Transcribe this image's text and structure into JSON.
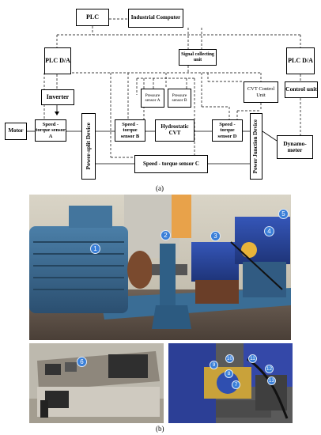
{
  "diagram": {
    "caption": "(a)",
    "nodes": {
      "plc": "PLC",
      "industrial_computer": "Industrial Computer",
      "plc_da_left": "PLC D/A",
      "signal_collecting_unit": "Signal collecting unit",
      "plc_da_right": "PLC D/A",
      "inverter": "Inverter",
      "cvt_control_unit": "CVT Control Unit",
      "control_unit": "Control unit",
      "pressure_a": "Pressure sensor A",
      "pressure_b": "Pressure sensor B",
      "motor": "Motor",
      "speed_sensor_a": "Speed - torque sensor A",
      "power_split_device": "Power-split Device",
      "speed_sensor_b": "Speed - torque sensor B",
      "hydrostatic_cvt": "Hydrostatic CVT",
      "speed_sensor_d": "Speed - torque sensor D",
      "power_junction_device": "Power Junction Device",
      "dynamometer": "Dynamo-meter",
      "speed_sensor_c": "Speed - torque sensor C"
    }
  },
  "photos": {
    "caption": "(b)",
    "bench_badges": [
      "1",
      "2",
      "3",
      "4",
      "5"
    ],
    "console_badges": [
      "6"
    ],
    "detail_badges": [
      "7",
      "8",
      "9",
      "10",
      "11",
      "12",
      "13"
    ]
  }
}
